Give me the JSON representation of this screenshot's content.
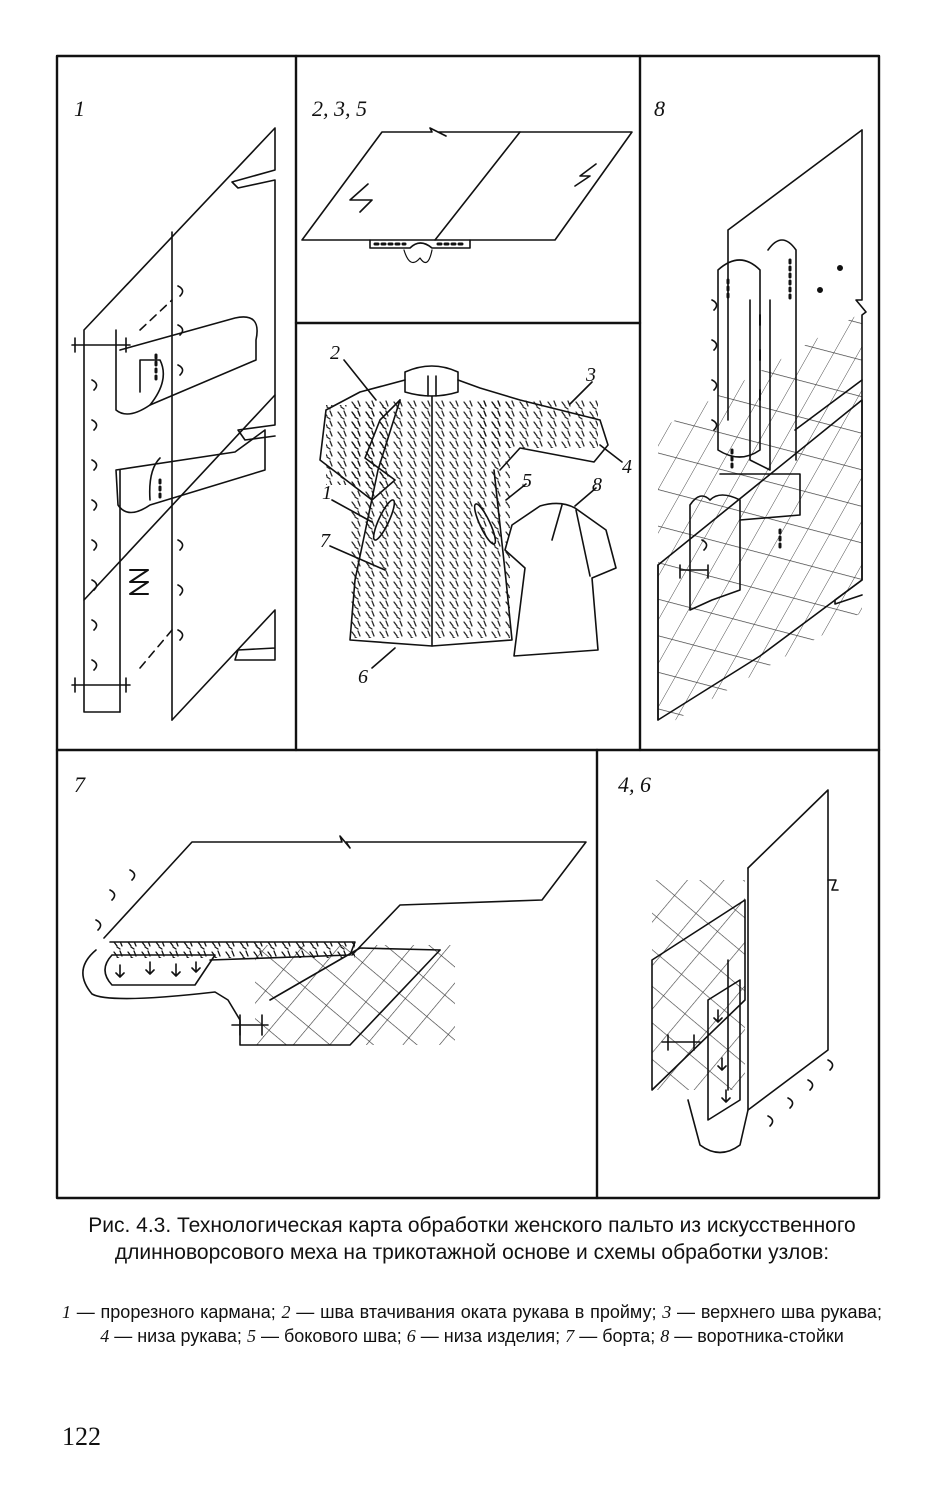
{
  "figure": {
    "panels": {
      "p1": "1",
      "p235": "2, 3, 5",
      "p8": "8",
      "p7": "7",
      "p46": "4, 6"
    },
    "coat_callouts": [
      "2",
      "3",
      "4",
      "5",
      "8",
      "1",
      "7",
      "6"
    ]
  },
  "caption": {
    "title": "Рис. 4.3. Технологическая карта обработки женского пальто из искусственного длинноворсового меха на трикотажной основе и схемы обработки узлов:",
    "legend": [
      {
        "num": "1",
        "text": "прорезного кармана;"
      },
      {
        "num": "2",
        "text": "шва втачивания оката рукава в пройму;"
      },
      {
        "num": "3",
        "text": "верхнего шва рукава;"
      },
      {
        "num": "4",
        "text": "низа рукава;"
      },
      {
        "num": "5",
        "text": "бокового шва;"
      },
      {
        "num": "6",
        "text": "низа изделия;"
      },
      {
        "num": "7",
        "text": "борта;"
      },
      {
        "num": "8",
        "text": "воротника-стойки"
      }
    ]
  },
  "page_number": "122"
}
